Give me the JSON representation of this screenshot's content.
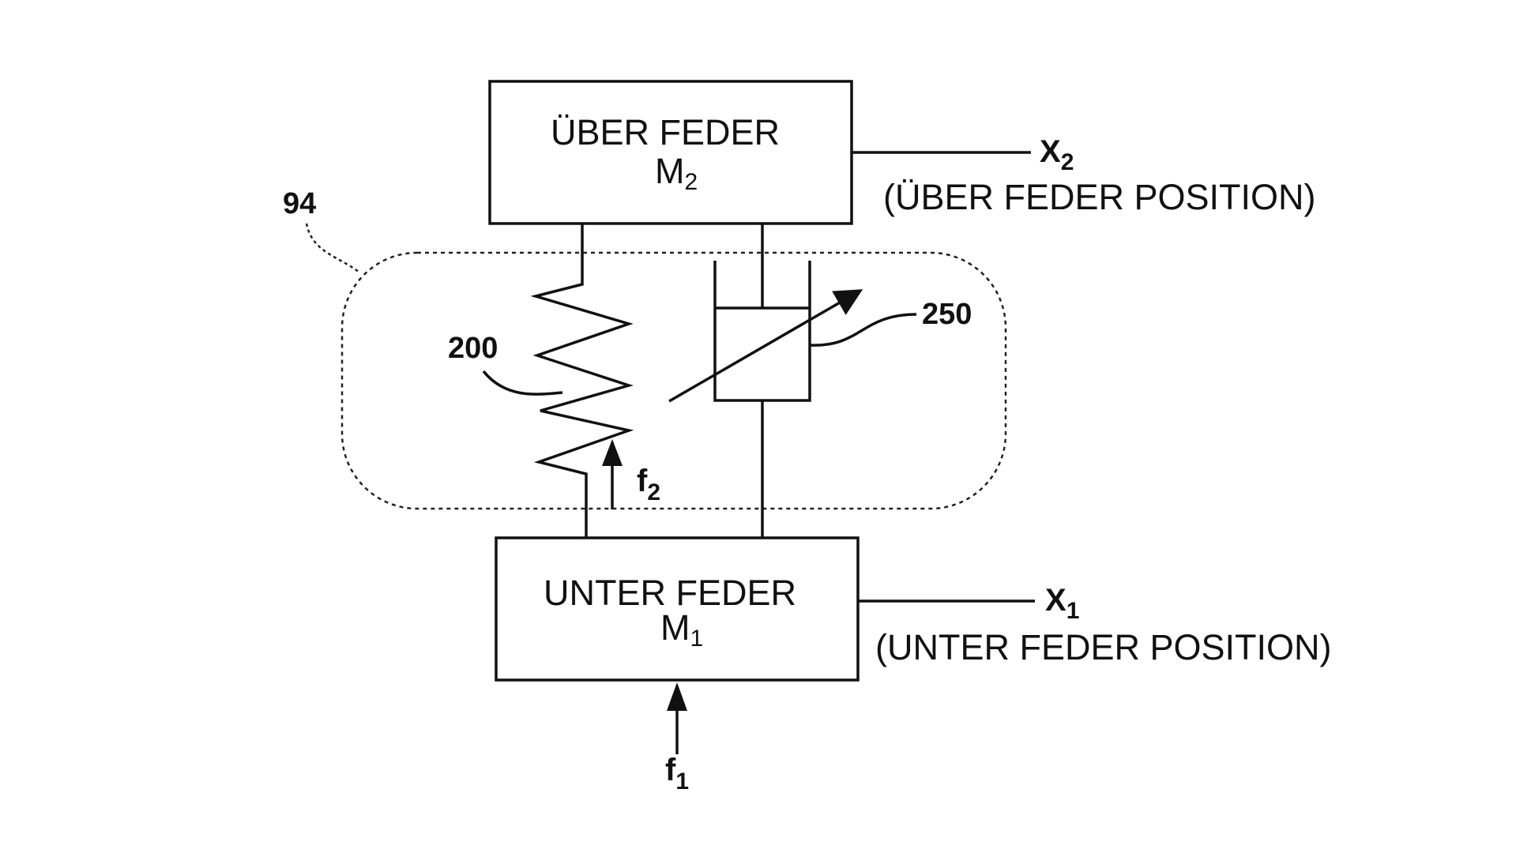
{
  "upper_mass": {
    "title": "ÜBER FEDER",
    "symbol": "M",
    "subscript": "2"
  },
  "lower_mass": {
    "title": "UNTER FEDER",
    "symbol": "M",
    "subscript": "1"
  },
  "x2": {
    "symbol": "X",
    "subscript": "2",
    "description": "(ÜBER FEDER POSITION)"
  },
  "x1": {
    "symbol": "X",
    "subscript": "1",
    "description": "(UNTER FEDER POSITION)"
  },
  "f2": {
    "symbol": "f",
    "subscript": "2"
  },
  "f1": {
    "symbol": "f",
    "subscript": "1"
  },
  "refs": {
    "assembly": "94",
    "spring": "200",
    "damper": "250"
  },
  "colors": {
    "line": "#111111",
    "background": "#ffffff"
  }
}
